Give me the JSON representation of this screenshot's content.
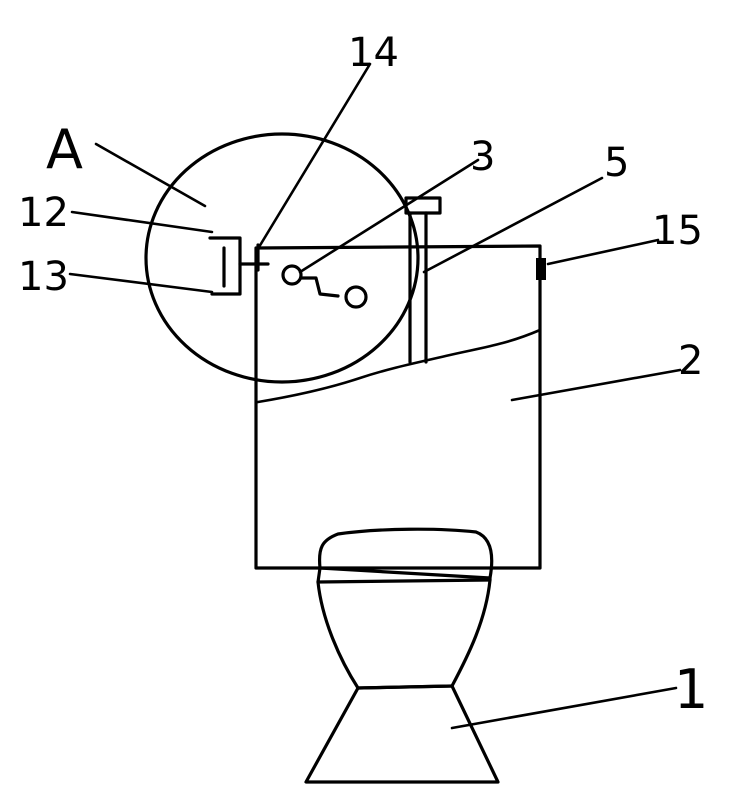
{
  "labels": {
    "a": "A",
    "n1": "1",
    "n2": "2",
    "n3": "3",
    "n5": "5",
    "n12": "12",
    "n13": "13",
    "n14": "14",
    "n15": "15"
  },
  "colors": {
    "ink": "#000000",
    "paper": "#ffffff"
  }
}
